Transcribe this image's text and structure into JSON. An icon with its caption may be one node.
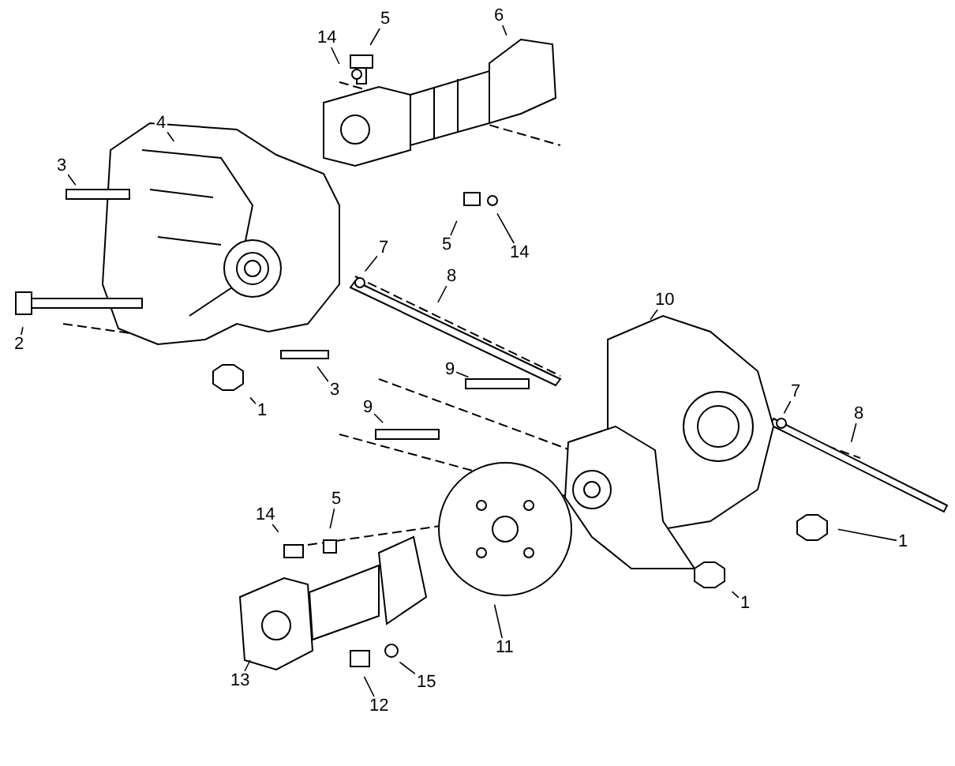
{
  "diagram": {
    "nodes": [
      {
        "text": [
          "14"
        ]
      },
      {
        "text": [
          "5"
        ]
      },
      {
        "text": [
          "6"
        ]
      },
      {
        "text": [
          "4"
        ]
      },
      {
        "text": [
          "3"
        ]
      },
      {
        "text": [
          "7"
        ]
      },
      {
        "text": [
          "5"
        ]
      },
      {
        "text": [
          "14"
        ]
      },
      {
        "text": [
          "8"
        ]
      },
      {
        "text": [
          "2"
        ]
      },
      {
        "text": [
          "3"
        ]
      },
      {
        "text": [
          "1"
        ]
      },
      {
        "text": [
          "10"
        ]
      },
      {
        "text": [
          "9"
        ]
      },
      {
        "text": [
          "9"
        ]
      },
      {
        "text": [
          "7"
        ]
      },
      {
        "text": [
          "8"
        ]
      },
      {
        "text": [
          "1"
        ]
      },
      {
        "text": [
          "1"
        ]
      },
      {
        "text": [
          "14"
        ]
      },
      {
        "text": [
          "5"
        ]
      },
      {
        "text": [
          "11"
        ]
      },
      {
        "text": [
          "13"
        ]
      },
      {
        "text": [
          "12"
        ]
      },
      {
        "text": [
          "15"
        ]
      }
    ],
    "edges": [
      {
        "from": 0,
        "to": null,
        "arrow": "none"
      },
      {
        "from": 1,
        "to": null,
        "arrow": "none"
      },
      {
        "from": 2,
        "to": null,
        "arrow": "none"
      },
      {
        "from": 3,
        "to": null,
        "arrow": "none"
      },
      {
        "from": 4,
        "to": null,
        "arrow": "none"
      },
      {
        "from": 5,
        "to": null,
        "arrow": "none"
      },
      {
        "from": 6,
        "to": null,
        "arrow": "none"
      },
      {
        "from": 7,
        "to": null,
        "arrow": "none"
      },
      {
        "from": 8,
        "to": null,
        "arrow": "none"
      },
      {
        "from": 9,
        "to": null,
        "arrow": "none"
      },
      {
        "from": 10,
        "to": null,
        "arrow": "none"
      },
      {
        "from": 11,
        "to": null,
        "arrow": "none"
      },
      {
        "from": 12,
        "to": null,
        "arrow": "none"
      },
      {
        "from": 13,
        "to": null,
        "arrow": "none"
      },
      {
        "from": 14,
        "to": null,
        "arrow": "none"
      },
      {
        "from": 15,
        "to": null,
        "arrow": "none"
      },
      {
        "from": 16,
        "to": null,
        "arrow": "none"
      },
      {
        "from": 17,
        "to": null,
        "arrow": "none"
      },
      {
        "from": 18,
        "to": null,
        "arrow": "none"
      },
      {
        "from": 19,
        "to": null,
        "arrow": "none"
      },
      {
        "from": 20,
        "to": null,
        "arrow": "none"
      },
      {
        "from": 21,
        "to": null,
        "arrow": "none"
      },
      {
        "from": 22,
        "to": null,
        "arrow": "none"
      },
      {
        "from": 23,
        "to": null,
        "arrow": "none"
      },
      {
        "from": 24,
        "to": null,
        "arrow": "none"
      }
    ]
  }
}
